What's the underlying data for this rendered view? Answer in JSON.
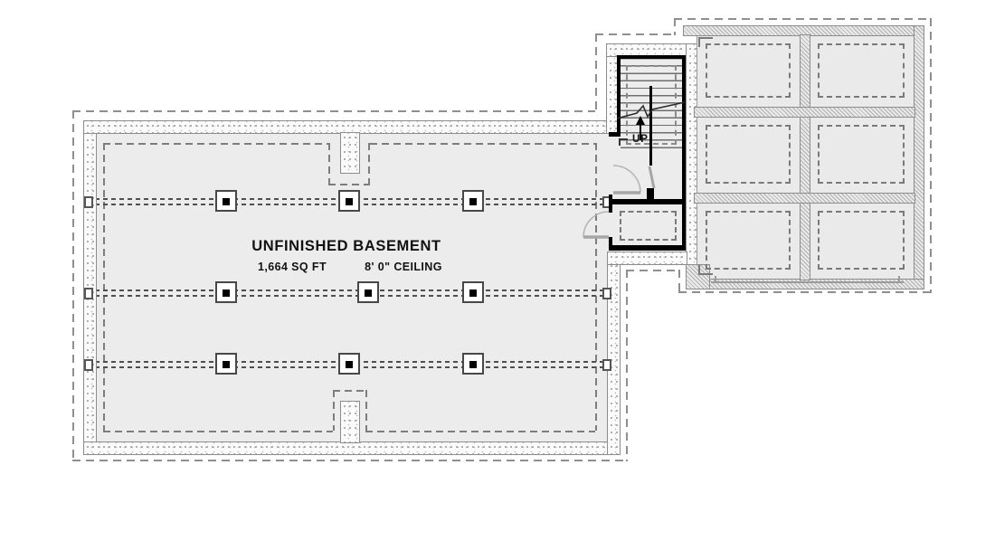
{
  "title_block": {
    "room": "UNFINISHED BASEMENT",
    "area": "1,664 SQ FT",
    "ceiling": "8' 0\" CEILING"
  },
  "stairs": {
    "direction_label": "UP"
  },
  "structure": {
    "column_posts": 9,
    "beam_lines": 3,
    "garage_footing_bays": 6
  },
  "colors": {
    "floor_fill": "#ececec",
    "outline_dash": "#8f8f8f",
    "footing_dash": "#7d7d7d",
    "beam_dash": "#4f4f4f",
    "black_wall": "#000000",
    "door_swing": "#b5b5b5"
  }
}
